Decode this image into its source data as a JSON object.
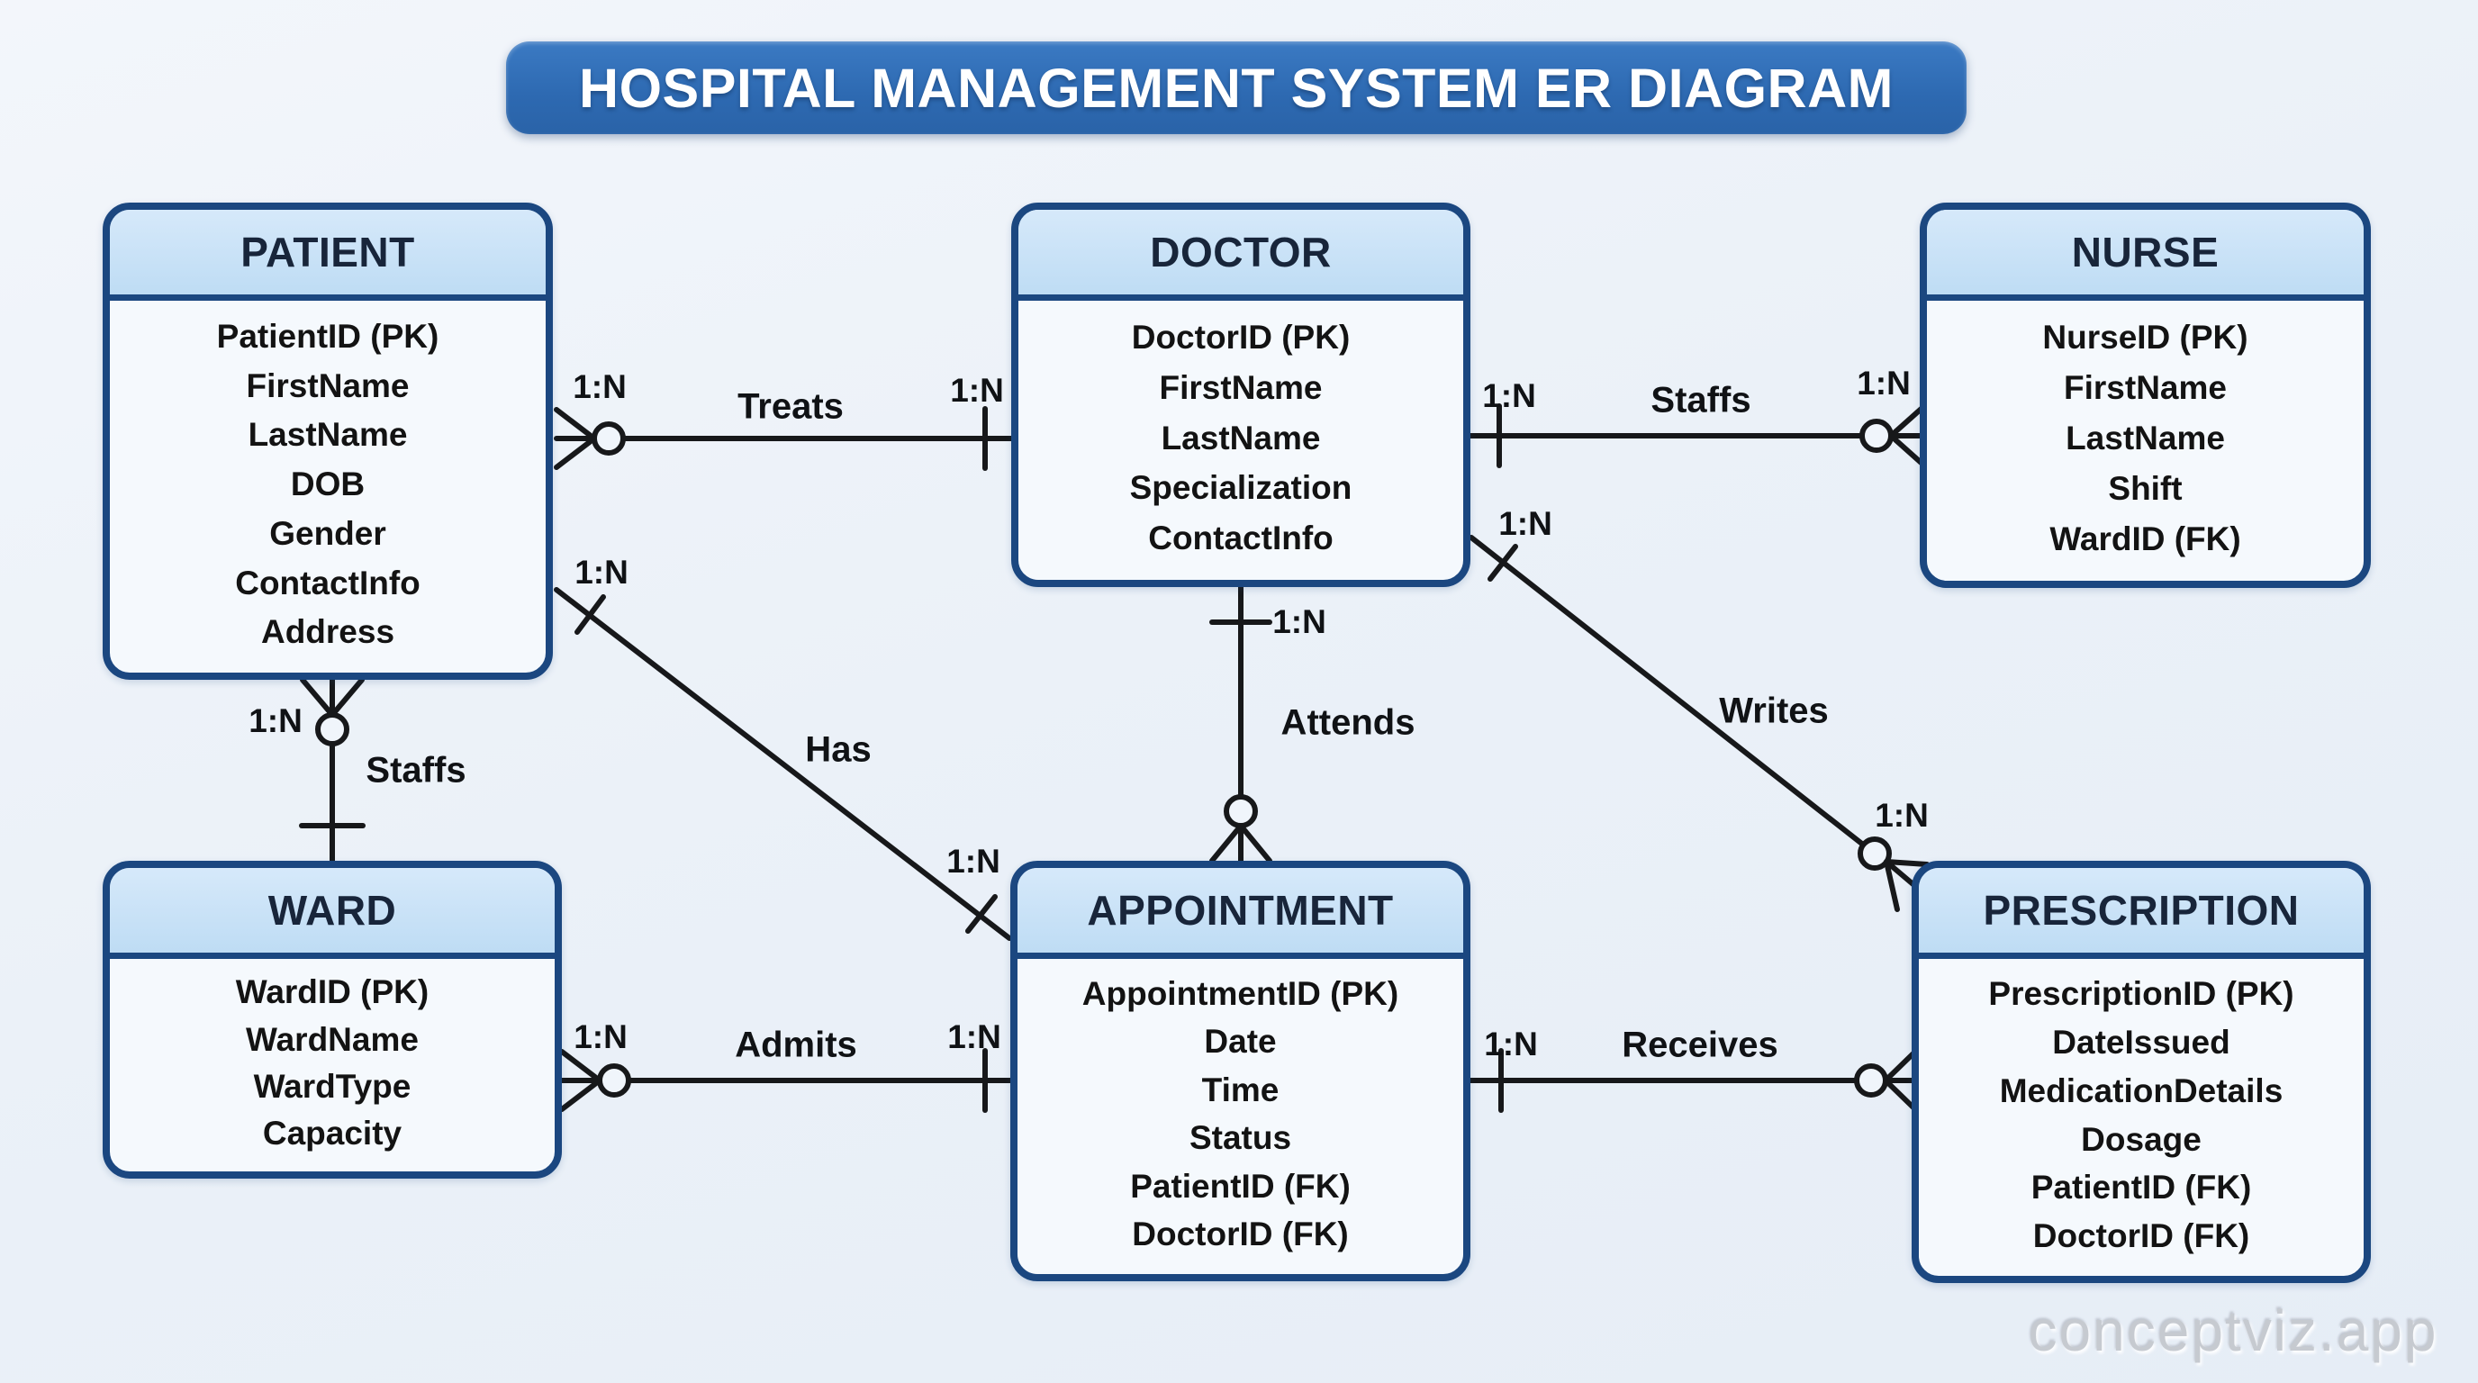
{
  "title": "HOSPITAL MANAGEMENT SYSTEM ER DIAGRAM",
  "watermark": "conceptviz.app",
  "colors": {
    "banner_bg": "#2e6bb2",
    "banner_text": "#ffffff",
    "entity_border": "#1b4780",
    "entity_header_bg": "#c4e0f6",
    "entity_body_bg": "#f5f9fd",
    "connector": "#17181a",
    "canvas_bg": "#ecf1f8",
    "watermark_text": "#c6cad0"
  },
  "entities": {
    "patient": {
      "title": "PATIENT",
      "attributes": [
        "PatientID (PK)",
        "FirstName",
        "LastName",
        "DOB",
        "Gender",
        "ContactInfo",
        "Address"
      ]
    },
    "doctor": {
      "title": "DOCTOR",
      "attributes": [
        "DoctorID (PK)",
        "FirstName",
        "LastName",
        "Specialization",
        "ContactInfo"
      ]
    },
    "nurse": {
      "title": "NURSE",
      "attributes": [
        "NurseID (PK)",
        "FirstName",
        "LastName",
        "Shift",
        "WardID (FK)"
      ]
    },
    "ward": {
      "title": "WARD",
      "attributes": [
        "WardID (PK)",
        "WardName",
        "WardType",
        "Capacity"
      ]
    },
    "appointment": {
      "title": "APPOINTMENT",
      "attributes": [
        "AppointmentID (PK)",
        "Date",
        "Time",
        "Status",
        "PatientID (FK)",
        "DoctorID (FK)"
      ]
    },
    "prescription": {
      "title": "PRESCRIPTION",
      "attributes": [
        "PrescriptionID (PK)",
        "DateIssued",
        "MedicationDetails",
        "Dosage",
        "PatientID (FK)",
        "DoctorID (FK)"
      ]
    }
  },
  "relationships": {
    "treats": {
      "label": "Treats",
      "cards": [
        "1:N",
        "1:N"
      ]
    },
    "staffs_doctor_nurse": {
      "label": "Staffs",
      "cards": [
        "1:N",
        "1:N"
      ]
    },
    "staffs_patient_ward": {
      "label": "Staffs",
      "cards": [
        "1:N"
      ]
    },
    "has": {
      "label": "Has",
      "cards": [
        "1:N",
        "1:N"
      ]
    },
    "attends": {
      "label": "Attends",
      "cards": [
        "1:N"
      ]
    },
    "writes": {
      "label": "Writes",
      "cards": [
        "1:N",
        "1:N"
      ]
    },
    "admits": {
      "label": "Admits",
      "cards": [
        "1:N",
        "1:N"
      ]
    },
    "receives": {
      "label": "Receives",
      "cards": [
        "1:N"
      ]
    }
  }
}
